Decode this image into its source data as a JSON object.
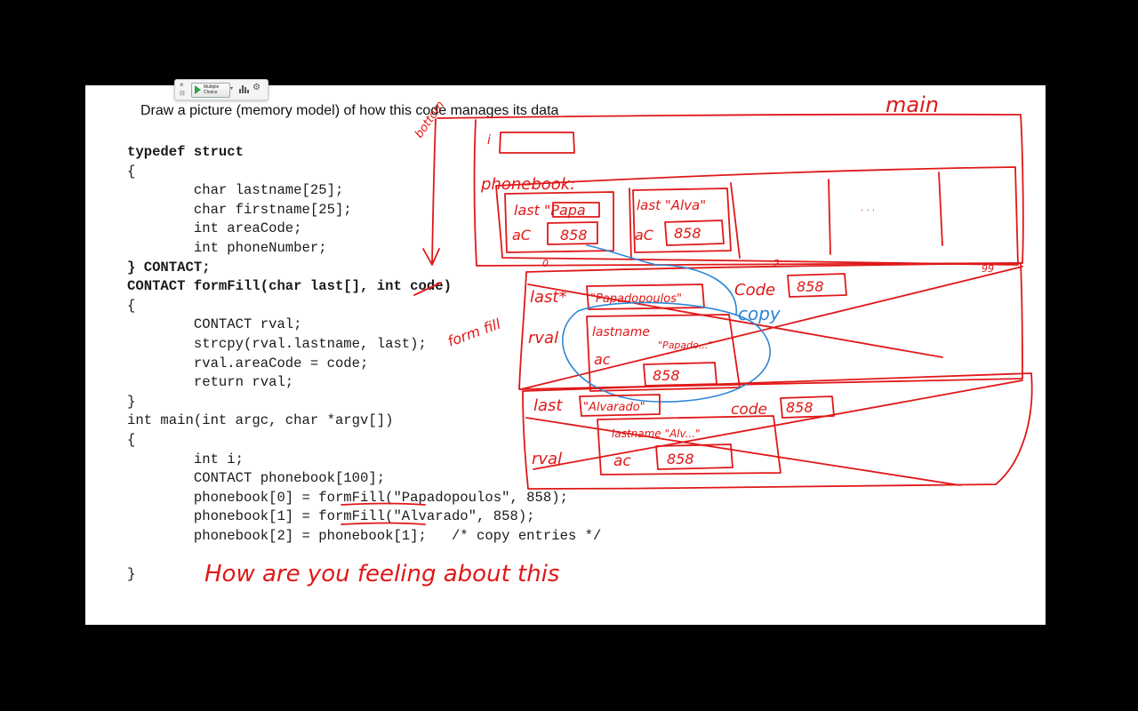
{
  "slide": {
    "prompt": "Draw a picture (memory model) of how this code manages its data"
  },
  "toolbar": {
    "close_glyph": "×",
    "pin_glyph": "⊟",
    "poll_label": "Multiple Choice",
    "caret_glyph": "▾",
    "settings_glyph": "⚙",
    "icons": [
      "close-icon",
      "pin-icon",
      "play-icon",
      "bar-chart-icon",
      "gear-icon"
    ]
  },
  "code": {
    "lines": [
      "typedef struct",
      "{",
      "        char lastname[25];",
      "        char firstname[25];",
      "        int areaCode;",
      "        int phoneNumber;",
      "} CONTACT;",
      "CONTACT formFill(char last[], int code)",
      "{",
      "        CONTACT rval;",
      "        strcpy(rval.lastname, last);",
      "        rval.areaCode = code;",
      "        return rval;",
      "}",
      "int main(int argc, char *argv[])",
      "{",
      "        int i;",
      "        CONTACT phonebook[100];",
      "        phonebook[0] = formFill(\"Papadopoulos\", 858);",
      "        phonebook[1] = formFill(\"Alvarado\", 858);",
      "        phonebook[2] = phonebook[1];   /* copy entries */",
      "",
      "}"
    ]
  },
  "annotations": {
    "main_label": "main",
    "bottom_label": "bottom",
    "i_label": "i",
    "phonebook_label": "phonebook:",
    "cell0_last": "last \"Papa",
    "cell0_ac": "aC",
    "cell0_ac_value": "858",
    "cell1_last": "last \"Alva\"",
    "cell1_ac": "aC",
    "cell1_ac_value": "858",
    "ellipsis": "· · ·",
    "index_0": "0",
    "index_2": "2",
    "index_99": "99",
    "formfill_label": "form fill",
    "frame1_last": "last*",
    "frame1_last_value": "\"Papadopoulos\"",
    "frame1_code": "Code",
    "frame1_code_value": "858",
    "copy_label": "copy",
    "frame1_rval": "rval",
    "frame1_lastname": "lastname",
    "frame1_lastname_value": "\"Papado...\"",
    "frame1_ac": "ac",
    "frame1_ac_value": "858",
    "frame2_last": "last",
    "frame2_last_value": "\"Alvarado\"",
    "frame2_code": "code",
    "frame2_code_value": "858",
    "frame2_rval": "rval",
    "frame2_lastname": "lastname \"Alv...\"",
    "frame2_ac": "ac",
    "frame2_ac_value": "858",
    "feeling_note": "How are you feeling about this"
  },
  "colors": {
    "ink_red": "#e01818",
    "ink_blue": "#2e86d4",
    "background": "#000000",
    "slide": "#ffffff"
  }
}
